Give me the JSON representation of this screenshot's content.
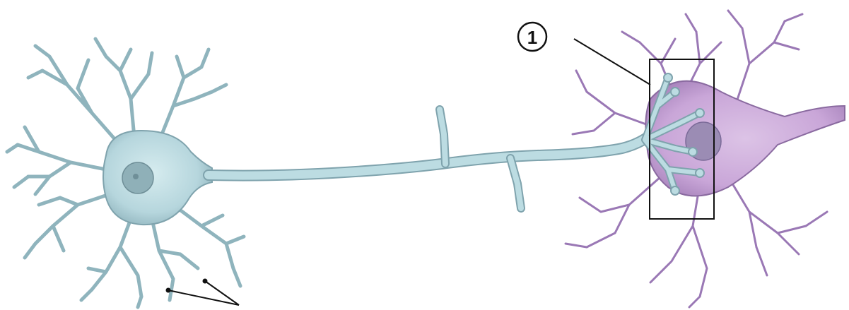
{
  "colors": {
    "background": "#ffffff",
    "neuron_a_fill": "#b9d9df",
    "neuron_a_stroke": "#6f8f98",
    "neuron_a_nucleus": "#8fb0b8",
    "neuron_b_fill": "#c8a7d6",
    "neuron_b_stroke": "#8a6aa0",
    "neuron_b_nucleus": "#9b8cb4",
    "leader_line": "#111111"
  },
  "labels": {
    "callout_1": "1"
  },
  "elements": {
    "presynaptic_neuron": "neuron-cell-body-blue",
    "axon": "axon",
    "postsynaptic_neuron": "neuron-cell-body-purple",
    "synapse_region": "highlight-box",
    "dendrite_pointer": "pointer-lines"
  }
}
